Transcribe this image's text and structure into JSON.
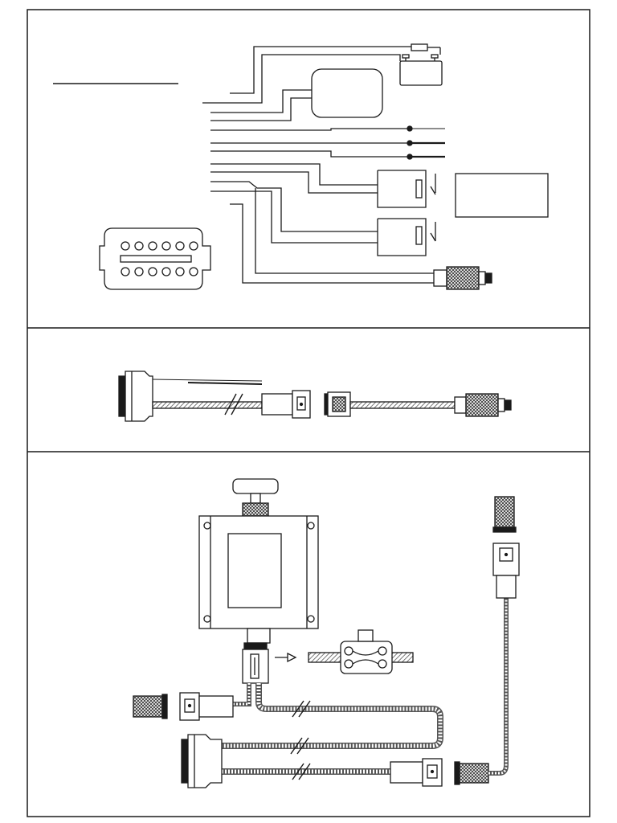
{
  "diagram": {
    "panels": [
      {
        "name": "wiring-schematic"
      },
      {
        "name": "cable-assembly"
      },
      {
        "name": "component-kit"
      }
    ],
    "colors": {
      "ink": "#1a1a1a",
      "background": "#ffffff",
      "hatch": "#555555"
    },
    "icons": [
      "battery-icon",
      "fuse-icon",
      "control-module-icon",
      "relay-icon",
      "pressure-sensor-icon",
      "connector-plug-icon",
      "cable-harness-icon",
      "pressure-regulator-icon",
      "junction-block-icon",
      "arrow-right-icon"
    ],
    "connector_pin_rows": [
      6,
      6
    ]
  }
}
